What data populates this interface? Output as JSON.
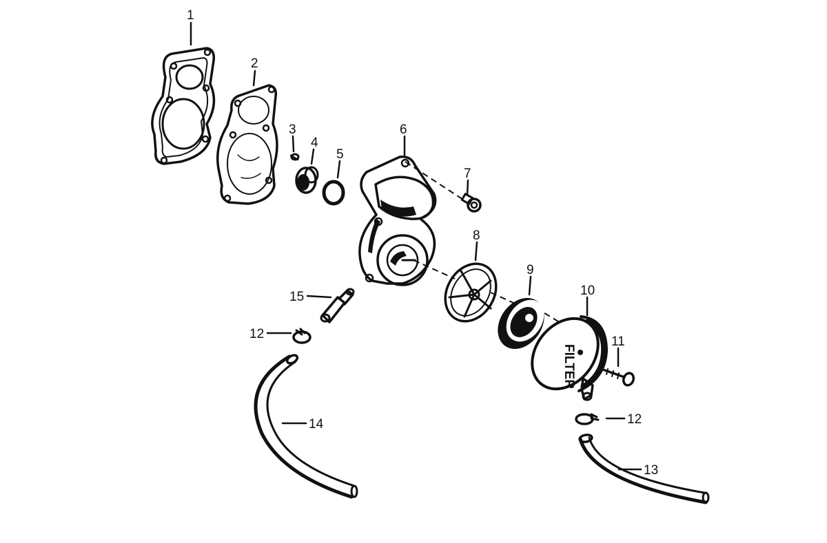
{
  "diagram": {
    "callouts": [
      {
        "id": "p1",
        "label": "1"
      },
      {
        "id": "p2",
        "label": "2"
      },
      {
        "id": "p3",
        "label": "3"
      },
      {
        "id": "p4",
        "label": "4"
      },
      {
        "id": "p5",
        "label": "5"
      },
      {
        "id": "p6",
        "label": "6"
      },
      {
        "id": "p7",
        "label": "7"
      },
      {
        "id": "p8",
        "label": "8"
      },
      {
        "id": "p9",
        "label": "9"
      },
      {
        "id": "p10",
        "label": "10"
      },
      {
        "id": "p11",
        "label": "11"
      },
      {
        "id": "p12a",
        "label": "12"
      },
      {
        "id": "p12b",
        "label": "12"
      },
      {
        "id": "p13",
        "label": "13"
      },
      {
        "id": "p14",
        "label": "14"
      },
      {
        "id": "p15",
        "label": "15"
      }
    ],
    "filter_text": "FILTER"
  }
}
